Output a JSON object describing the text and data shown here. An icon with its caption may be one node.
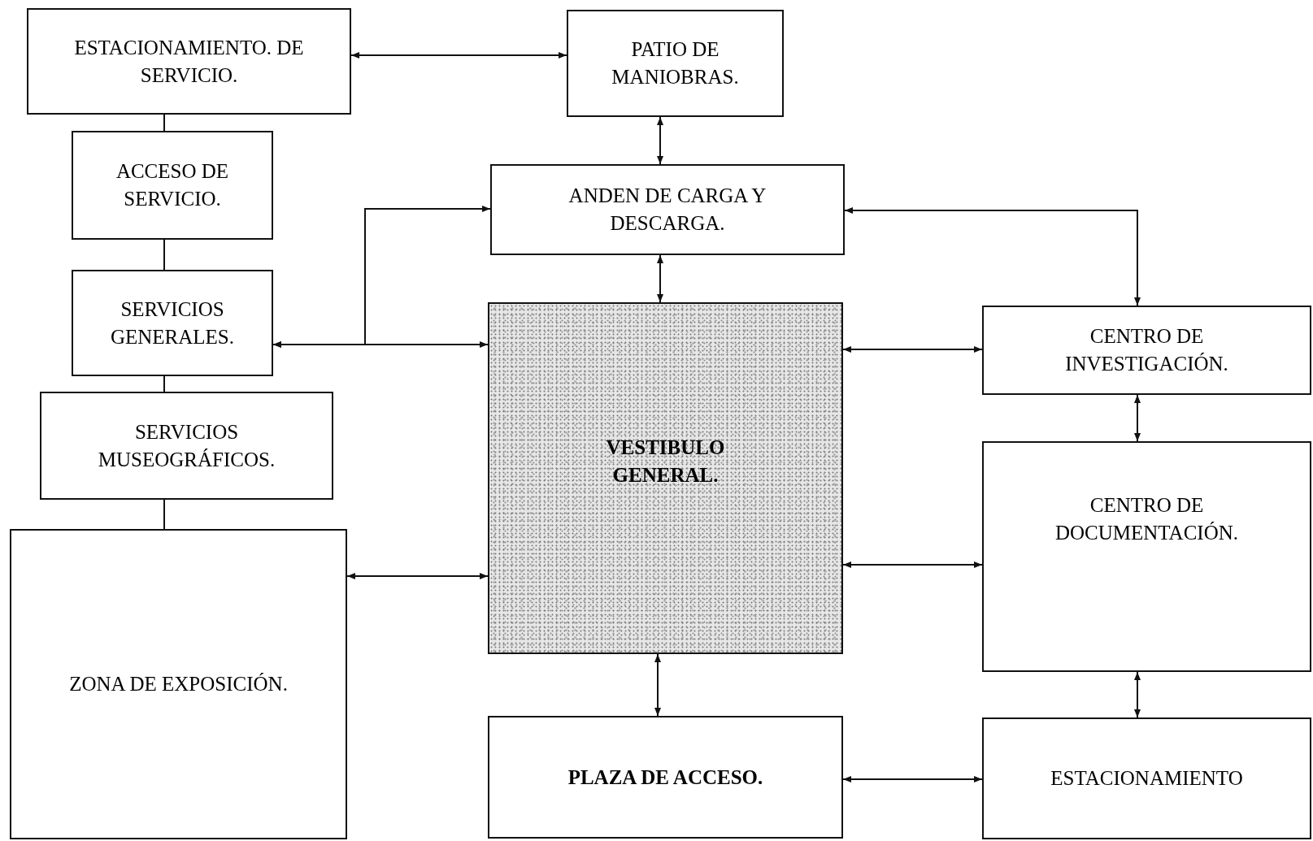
{
  "diagram": {
    "nodes": [
      {
        "text": [
          "ESTACIONAMIENTO. DE SERVICIO."
        ]
      },
      {
        "text": [
          "PATIO DE MANIOBRAS."
        ]
      },
      {
        "text": [
          "ACCESO DE SERVICIO."
        ]
      },
      {
        "text": [
          "ANDEN DE CARGA Y DESCARGA."
        ]
      },
      {
        "text": [
          "SERVICIOS GENERALES."
        ]
      },
      {
        "text": [
          "VESTIBULO GENERAL."
        ]
      },
      {
        "text": [
          "CENTRO DE INVESTIGACIÓN."
        ]
      },
      {
        "text": [
          "SERVICIOS MUSEOGRÁFICOS."
        ]
      },
      {
        "text": [
          "CENTRO DE DOCUMENTACIÓN."
        ]
      },
      {
        "text": [
          "ZONA DE EXPOSICIÓN."
        ]
      },
      {
        "text": [
          "PLAZA DE ACCESO."
        ]
      },
      {
        "text": [
          "ESTACIONAMIENTO"
        ]
      }
    ],
    "edges": [
      {
        "from": 0,
        "to": 1,
        "arrow": "both"
      },
      {
        "from": 0,
        "to": 2,
        "arrow": "none"
      },
      {
        "from": 2,
        "to": 4,
        "arrow": "none"
      },
      {
        "from": 4,
        "to": 7,
        "arrow": "none"
      },
      {
        "from": 7,
        "to": 9,
        "arrow": "none"
      },
      {
        "from": 1,
        "to": 3,
        "arrow": "both"
      },
      {
        "from": 4,
        "to": 3,
        "arrow": "both"
      },
      {
        "from": 4,
        "to": 5,
        "arrow": "both"
      },
      {
        "from": 3,
        "to": 5,
        "arrow": "both"
      },
      {
        "from": 3,
        "to": 6,
        "arrow": "both"
      },
      {
        "from": 5,
        "to": 6,
        "arrow": "both"
      },
      {
        "from": 6,
        "to": 8,
        "arrow": "both"
      },
      {
        "from": 5,
        "to": 8,
        "arrow": "both"
      },
      {
        "from": 9,
        "to": 5,
        "arrow": "both"
      },
      {
        "from": 5,
        "to": 10,
        "arrow": "both"
      },
      {
        "from": 8,
        "to": 11,
        "arrow": "both"
      },
      {
        "from": 10,
        "to": 11,
        "arrow": "both"
      }
    ]
  }
}
